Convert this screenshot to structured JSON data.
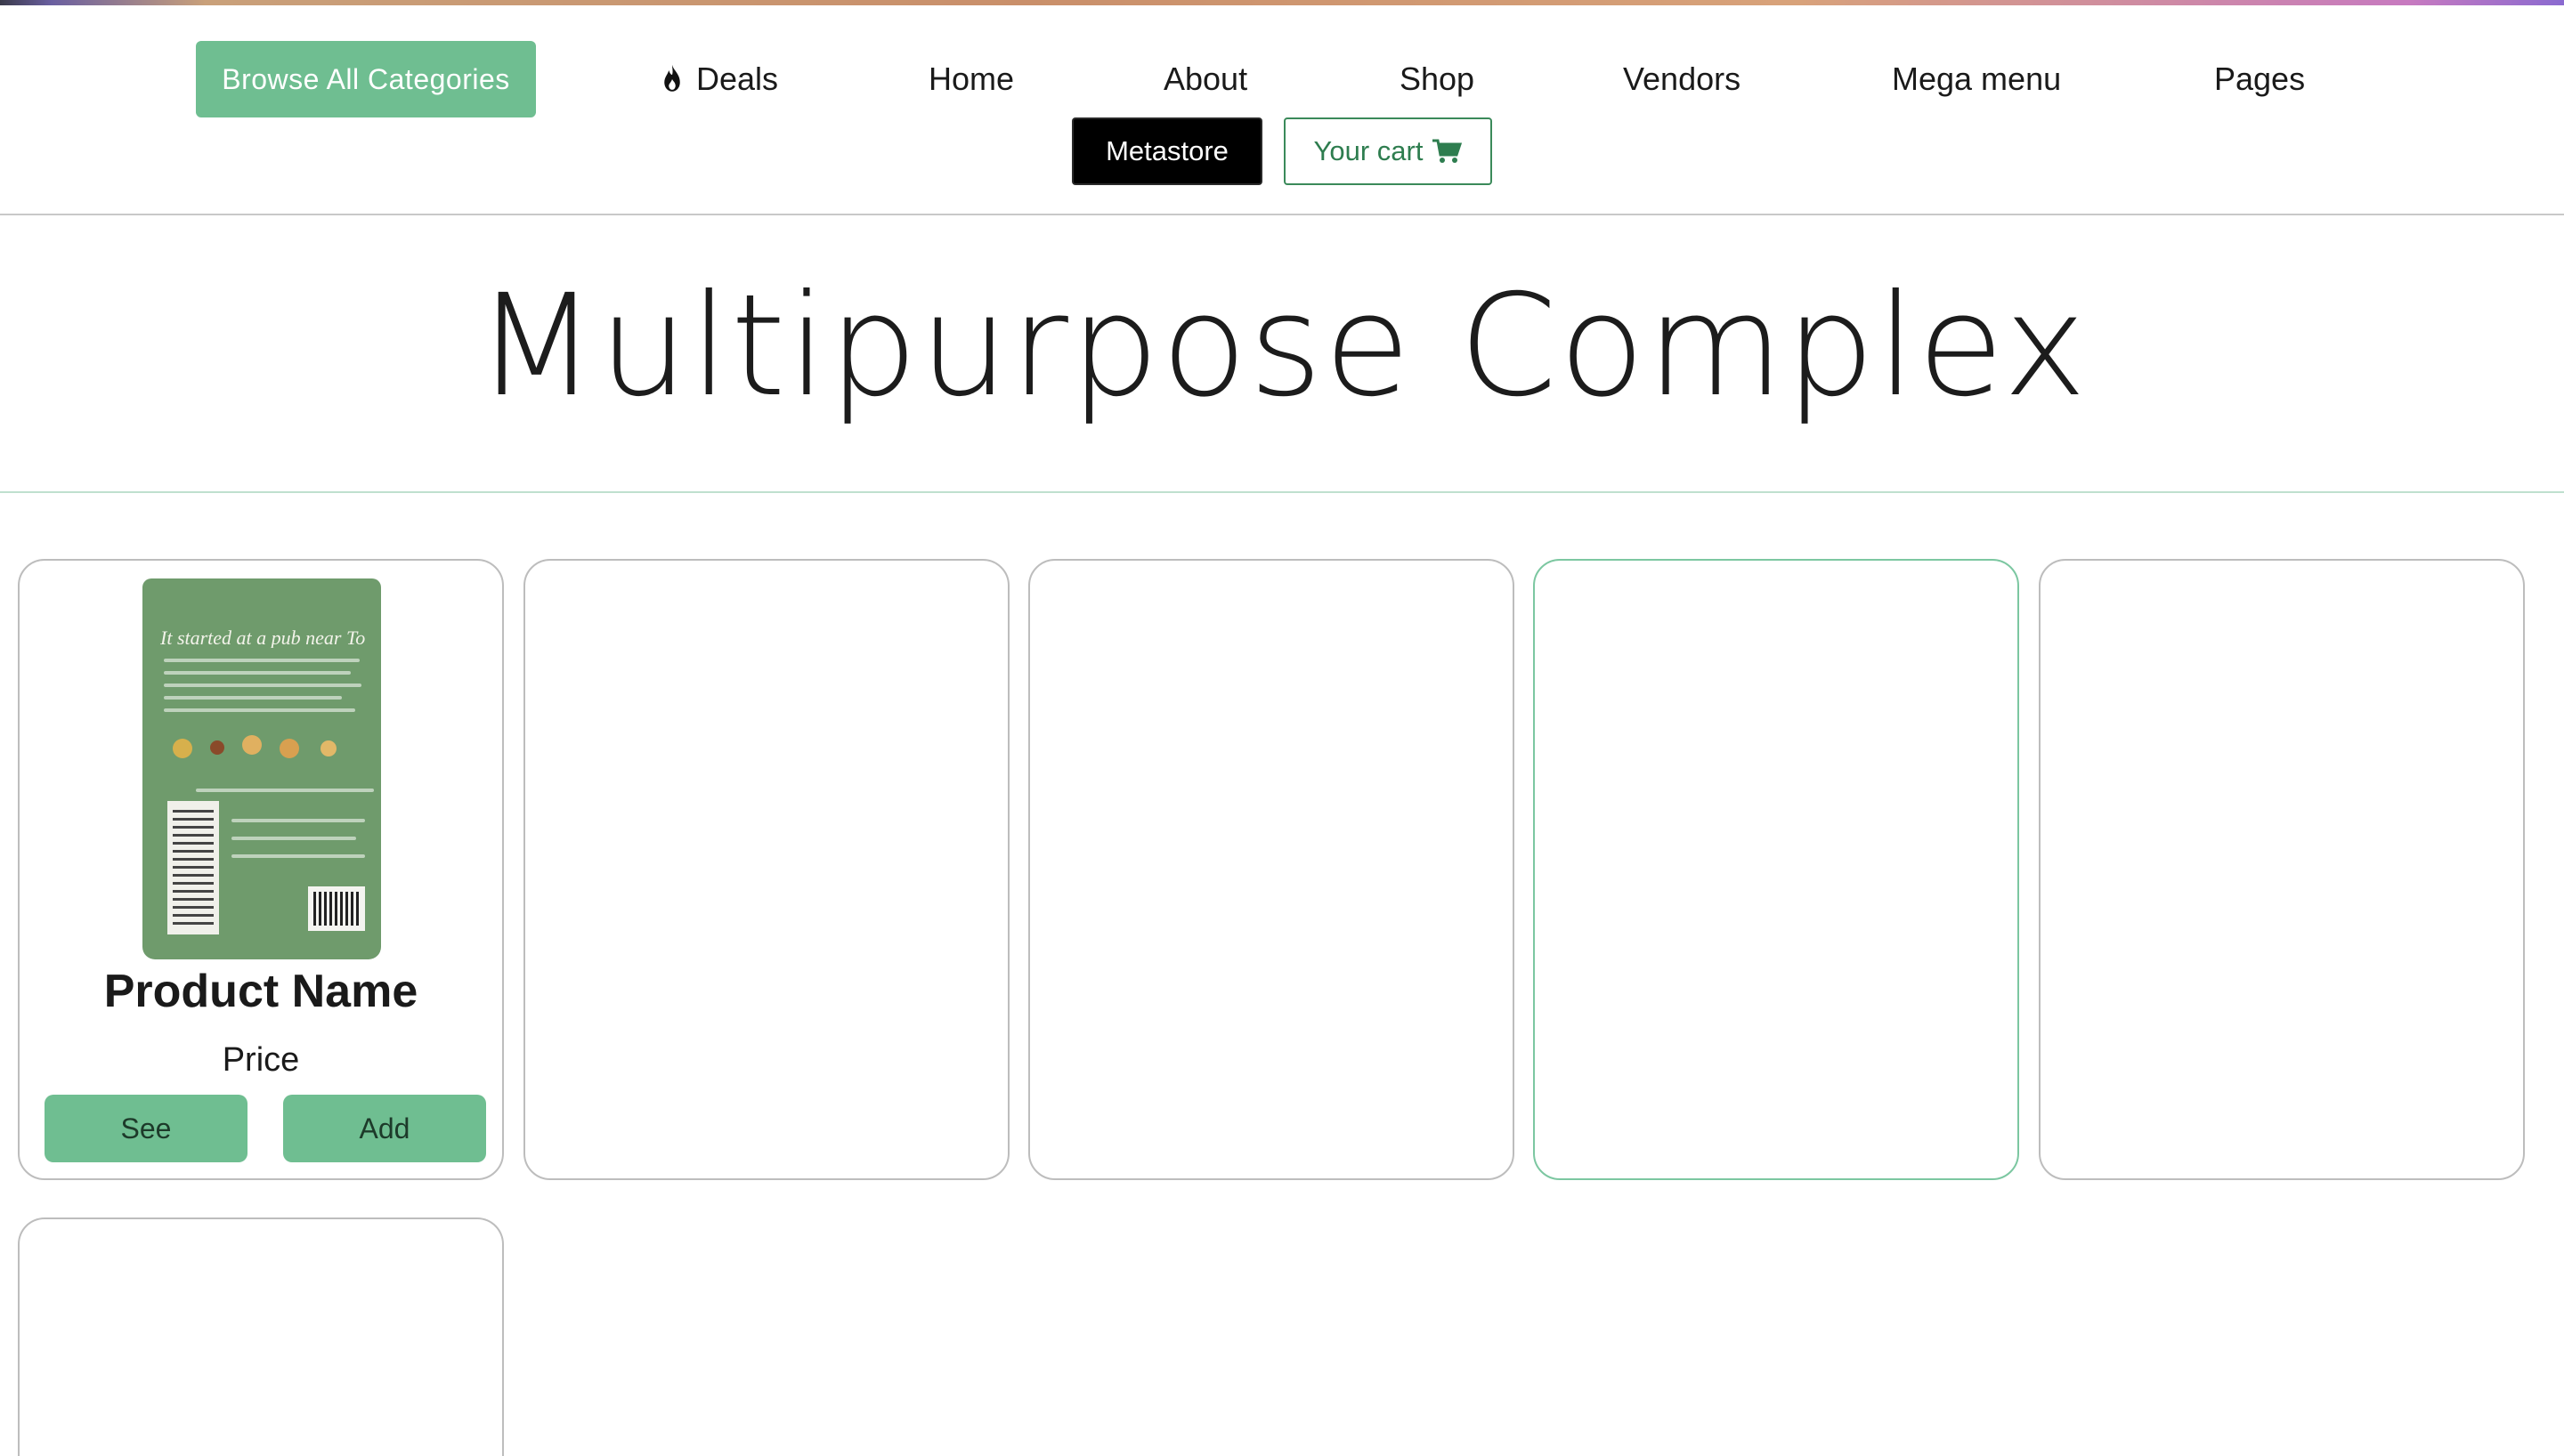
{
  "nav": {
    "browse_label": "Browse All Categories",
    "items": [
      {
        "label": "Deals",
        "icon": "flame-icon"
      },
      {
        "label": "Home"
      },
      {
        "label": "About"
      },
      {
        "label": "Shop"
      },
      {
        "label": "Vendors"
      },
      {
        "label": "Mega menu"
      },
      {
        "label": "Pages"
      }
    ],
    "metastore_label": "Metastore",
    "cart_label": "Your cart",
    "cart_icon": "cart-icon"
  },
  "hero": {
    "title": "Multipurpose Complex"
  },
  "products": [
    {
      "name": "Product Name",
      "price": "Price",
      "image_text": "It started at a pub near Toledo",
      "see_label": "See",
      "add_label": "Add"
    }
  ],
  "colors": {
    "accent": "#6fbe91",
    "cart_text": "#2e7d4f",
    "metastore_bg": "#000000",
    "highlight_border": "#7cc7a1"
  }
}
